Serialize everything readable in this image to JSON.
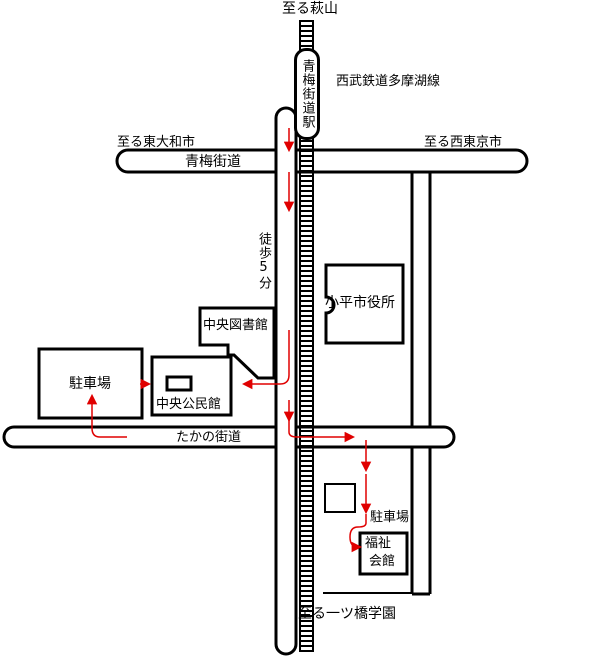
{
  "destinations": {
    "north": "至る萩山",
    "south": "至る一ツ橋学園",
    "west": "至る東大和市",
    "east": "至る西東京市"
  },
  "roads": {
    "oume_kaido": "青梅街道",
    "takano_kaido": "たかの街道"
  },
  "railway": {
    "line_name": "西武鉄道多摩湖線",
    "station_name": "青梅街道駅"
  },
  "walk_time": "徒歩5分",
  "facilities": {
    "city_hall": "小平市役所",
    "central_library": "中央図書館",
    "central_community_hall": "中央公民館",
    "parking_west": "駐車場",
    "parking_south": "駐車場",
    "welfare_hall_line1": "福祉",
    "welfare_hall_line2": "会館"
  },
  "colors": {
    "roads": "#000000",
    "route_arrows": "#e00000",
    "background": "#ffffff"
  }
}
